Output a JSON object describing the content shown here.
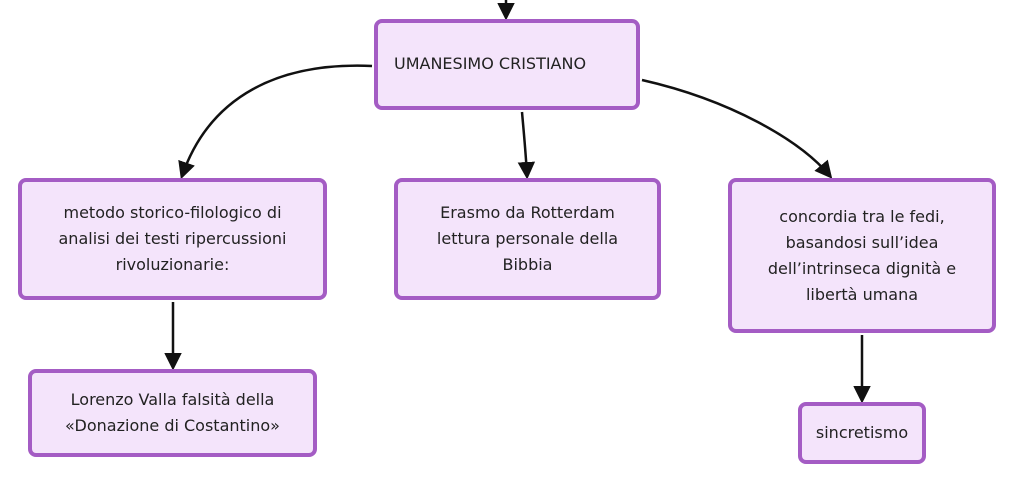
{
  "diagram": {
    "colors": {
      "node_fill": "#f4e4fb",
      "node_border": "#a45cc4",
      "edge": "#111111",
      "text": "#222222"
    },
    "nodes": {
      "root": {
        "label": "UMANESIMO CRISTIANO"
      },
      "metodo": {
        "label": "metodo storico-filologico di analisi dei testi ripercussioni rivoluzionarie:"
      },
      "erasmo": {
        "label": "Erasmo da Rotterdam lettura personale della Bibbia"
      },
      "concordia": {
        "label": "concordia tra le fedi, basandosi sull’idea dell’intrinseca dignità e libertà umana"
      },
      "valla": {
        "label": "Lorenzo Valla falsità della «Donazione di Costantino»"
      },
      "sincretismo": {
        "label": "sincretismo"
      }
    },
    "edges": [
      {
        "from": "incoming",
        "to": "root"
      },
      {
        "from": "root",
        "to": "metodo"
      },
      {
        "from": "root",
        "to": "erasmo"
      },
      {
        "from": "root",
        "to": "concordia"
      },
      {
        "from": "metodo",
        "to": "valla"
      },
      {
        "from": "concordia",
        "to": "sincretismo"
      }
    ]
  }
}
